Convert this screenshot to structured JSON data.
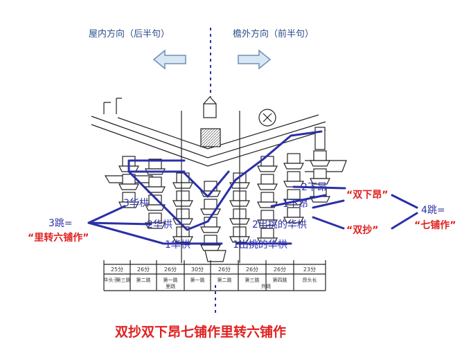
{
  "header": {
    "left_direction": "屋内方向（后半句）",
    "right_direction": "檐外方向（前半句）"
  },
  "labels": {
    "upper_ang_2": "2下昂",
    "upper_ang_1": "1下昂",
    "hua_gong_3": "3华栱",
    "hua_gong_2": "2华栱",
    "hua_gong_1": "1华栱",
    "chu_tiao_2": "2出挑的华栱",
    "chu_tiao_1": "1出挑的华栱",
    "three_tiao": "3跳=",
    "inner_six": "“里转六铺作”",
    "double_ang": "“双下昂”",
    "double_chao": "“双抄”",
    "four_tiao": "4跳=",
    "outer_seven": "“七铺作”"
  },
  "scale_row": {
    "measures": [
      "25分",
      "26分",
      "26分",
      "30分",
      "26分",
      "26分",
      "26分",
      "23分"
    ],
    "sub_labels": [
      "华头子",
      "第三跳",
      "第二跳",
      "第一跳",
      "第一跳",
      "第二跳",
      "第三跳",
      "第四跳",
      "昂头长"
    ],
    "group_inner": "里跳",
    "group_outer": "外跳"
  },
  "footer": {
    "title": "双抄双下昂七铺作里转六铺作"
  },
  "colors": {
    "annotation_blue": "#2b2fa8",
    "highlight_red": "#e02020",
    "arrow_fill": "#d9e7f4",
    "arrow_stroke": "#6a8fb8"
  }
}
